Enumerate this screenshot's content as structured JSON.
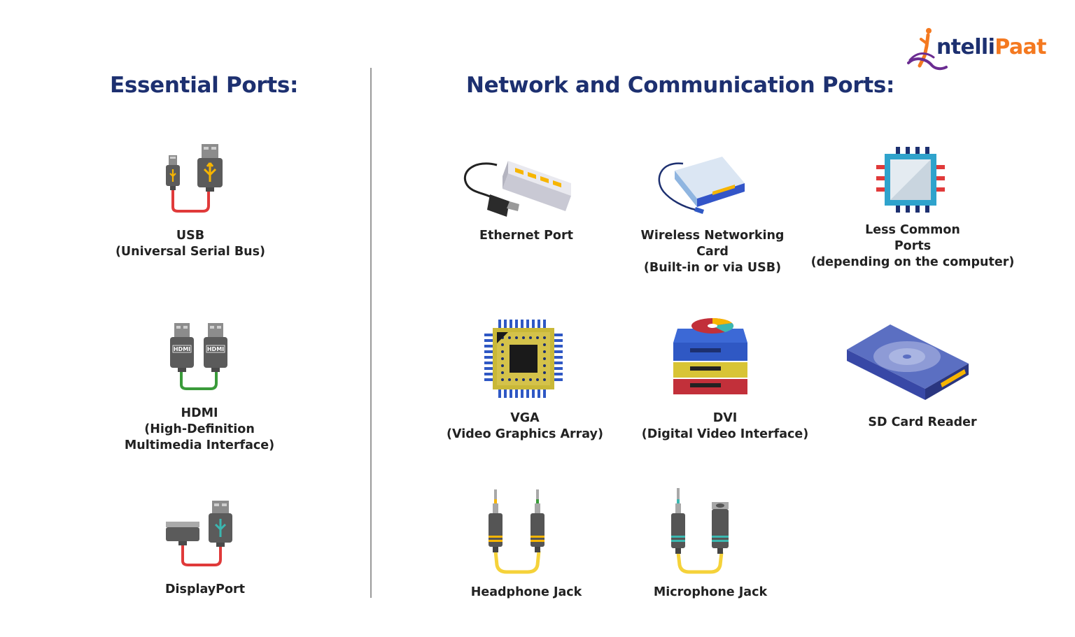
{
  "brand": {
    "logo_text_a": "ntelli",
    "logo_text_b": "Paat",
    "colors": {
      "navy": "#1d3070",
      "orange": "#f47920",
      "purple": "#6a2c91"
    }
  },
  "left_section": {
    "heading": "Essential Ports:",
    "items": [
      {
        "icon": "usb-cable-icon",
        "lines": [
          "USB",
          "(Universal Serial Bus)"
        ]
      },
      {
        "icon": "hdmi-cable-icon",
        "lines": [
          "HDMI",
          "(High-Definition",
          "Multimedia Interface)"
        ]
      },
      {
        "icon": "displayport-cable-icon",
        "lines": [
          "DisplayPort"
        ]
      }
    ]
  },
  "right_section": {
    "heading": "Network and Communication Ports:",
    "items": [
      {
        "icon": "ethernet-hub-icon",
        "lines": [
          "Ethernet Port"
        ]
      },
      {
        "icon": "wireless-card-icon",
        "lines": [
          "Wireless Networking",
          "Card",
          "(Built-in or via USB)"
        ]
      },
      {
        "icon": "chip-icon",
        "lines": [
          "Less Common",
          "Ports",
          "(depending on the computer)"
        ]
      },
      {
        "icon": "vga-chip-icon",
        "lines": [
          "VGA",
          "(Video Graphics Array)"
        ]
      },
      {
        "icon": "dvi-drive-stack-icon",
        "lines": [
          "DVI",
          "(Digital Video Interface)"
        ]
      },
      {
        "icon": "sd-card-reader-icon",
        "lines": [
          "SD Card Reader"
        ]
      },
      {
        "icon": "headphone-jack-icon",
        "lines": [
          "Headphone Jack"
        ]
      },
      {
        "icon": "microphone-jack-icon",
        "lines": [
          "Microphone Jack"
        ]
      }
    ]
  }
}
